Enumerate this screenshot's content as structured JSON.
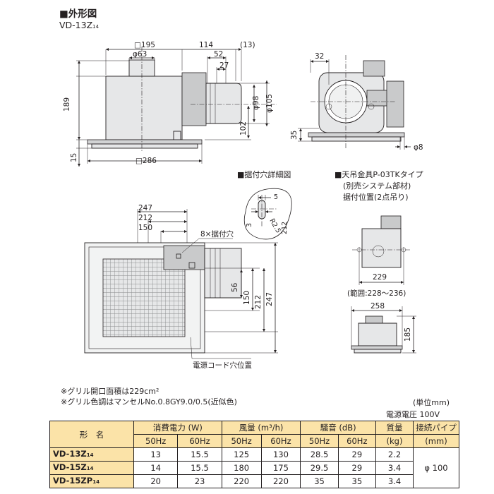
{
  "header": {
    "title": "■外形図",
    "model": "VD-13Z",
    "model_suffix": "14"
  },
  "front_view": {
    "dims": {
      "width_top": "□195",
      "d114": "114",
      "d13": "(13)",
      "d63": "φ63",
      "d52": "52",
      "d27": "27",
      "d189": "189",
      "d98": "φ98",
      "d105": "φ105",
      "d102": "102",
      "d15": "15",
      "d286": "□286"
    }
  },
  "side_view": {
    "dims": {
      "d32": "32",
      "d35": "35",
      "phi8": "φ8"
    }
  },
  "detail_hole": {
    "title": "■据付穴詳細図",
    "dims": {
      "d5": "5",
      "d3": "3",
      "r25": "R2.5",
      "d212": "212"
    }
  },
  "hanger": {
    "title": "■天吊金具P-03TKタイプ",
    "note1": "(別売システム部材)",
    "note2": "据付位置(2点吊り)",
    "d229": "229",
    "range": "(範囲:228～236)",
    "d258": "258",
    "d185": "185"
  },
  "bottom_view": {
    "dims": {
      "d247": "247",
      "d212": "212",
      "d150": "150",
      "mount_holes": "8×据付穴",
      "d56": "56",
      "d150v": "150",
      "d212v": "212",
      "d247v": "247"
    },
    "cord_label": "電源コード穴位置"
  },
  "notes": {
    "note1": "※グリル開口面積は229cm²",
    "note2": "※グリル色調はマンセルNo.0.8GY9.0/0.5(近似色)",
    "unit": "(単位mm)",
    "voltage": "電源電圧 100V"
  },
  "spec_table": {
    "headers": {
      "name": "形　名",
      "power": "消費電力 (W)",
      "airflow": "風量 (m³/h)",
      "noise": "騒音 (dB)",
      "mass": "質量",
      "mass_unit": "(kg)",
      "pipe": "接続パイプ",
      "pipe_unit": "(mm)",
      "hz50": "50Hz",
      "hz60": "60Hz"
    },
    "rows": [
      {
        "model": "VD-13Z",
        "suffix": "14",
        "p50": "13",
        "p60": "15.5",
        "a50": "125",
        "a60": "130",
        "n50": "28.5",
        "n60": "29",
        "mass": "2.2"
      },
      {
        "model": "VD-15Z",
        "suffix": "14",
        "p50": "14",
        "p60": "15.5",
        "a50": "180",
        "a60": "175",
        "n50": "29.5",
        "n60": "29",
        "mass": "3.4"
      },
      {
        "model": "VD-15ZP",
        "suffix": "14",
        "p50": "20",
        "p60": "23",
        "a50": "220",
        "a60": "220",
        "n50": "35",
        "n60": "35",
        "mass": "3.4"
      }
    ],
    "pipe_value": "φ 100"
  }
}
